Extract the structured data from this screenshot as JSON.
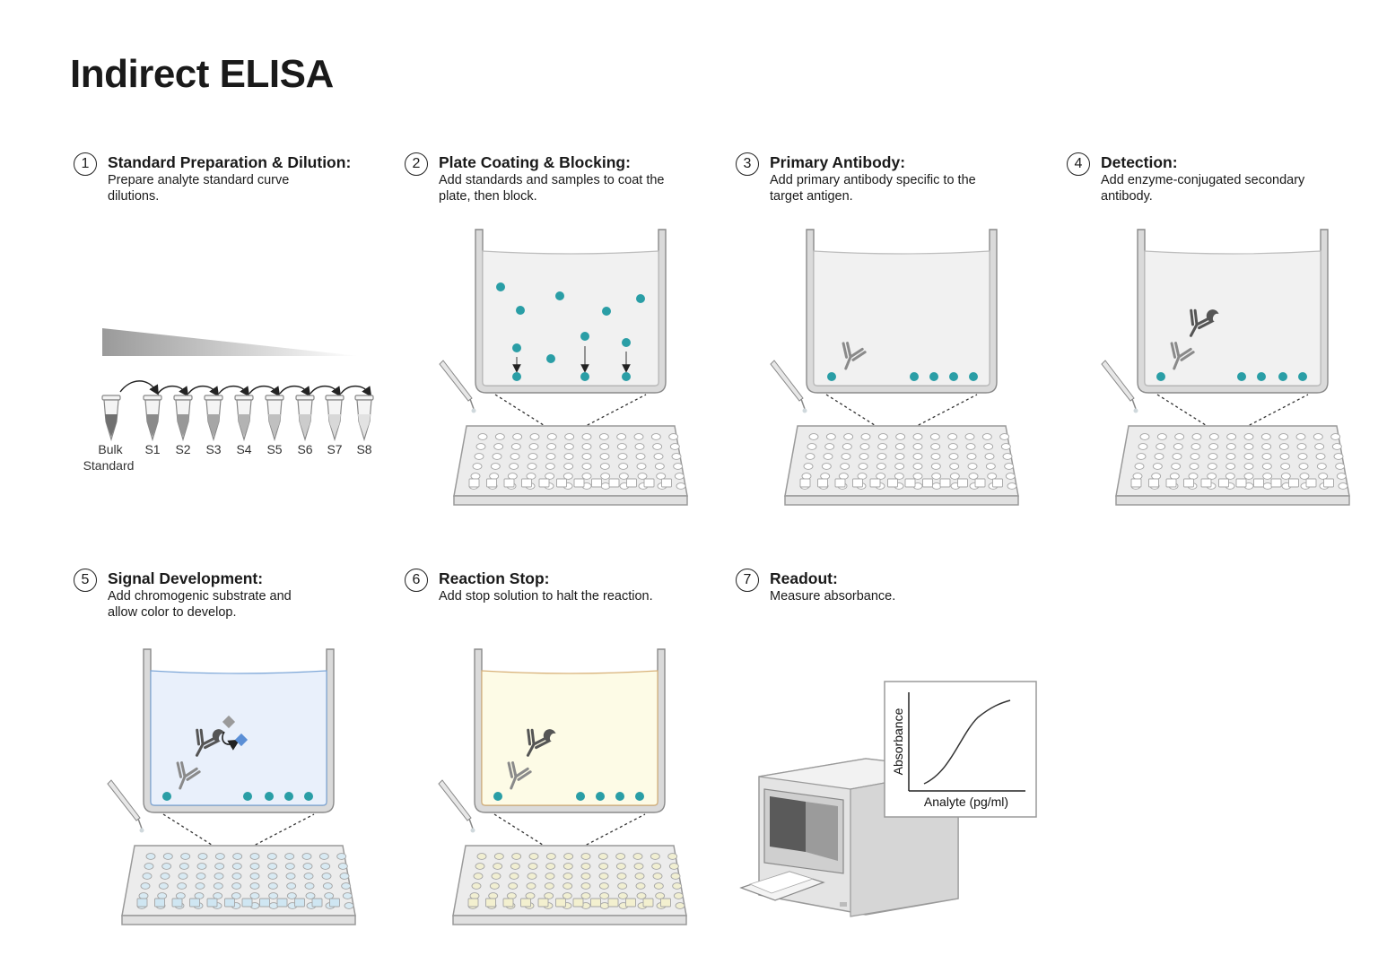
{
  "title": "Indirect ELISA",
  "steps": [
    {
      "num": "1",
      "heading": "Standard Preparation & Dilution:",
      "desc": "Prepare analyte standard curve dilutions."
    },
    {
      "num": "2",
      "heading": "Plate Coating & Blocking:",
      "desc": "Add standards and samples to coat the plate, then block."
    },
    {
      "num": "3",
      "heading": "Primary Antibody:",
      "desc": "Add primary antibody specific to the target antigen."
    },
    {
      "num": "4",
      "heading": "Detection:",
      "desc": "Add enzyme-conjugated secondary antibody."
    },
    {
      "num": "5",
      "heading": "Signal Development:",
      "desc": "Add chromogenic substrate and allow color to develop."
    },
    {
      "num": "6",
      "heading": "Reaction Stop:",
      "desc": "Add stop solution to halt the reaction."
    },
    {
      "num": "7",
      "heading": "Readout:",
      "desc": "Measure absorbance."
    }
  ],
  "tubes": {
    "bulk_line1": "Bulk",
    "bulk_line2": "Standard",
    "labels": [
      "S1",
      "S2",
      "S3",
      "S4",
      "S5",
      "S6",
      "S7",
      "S8"
    ]
  },
  "graph": {
    "ylabel": "Absorbance",
    "xlabel": "Analyte (pg/ml)"
  },
  "colors": {
    "antigen": "#2a9ea6",
    "antibody": "#8a8a8a",
    "substrate_tint": "#e9f0fb",
    "stop_tint": "#fdfbe6",
    "well_border": "#9a9a9a"
  }
}
